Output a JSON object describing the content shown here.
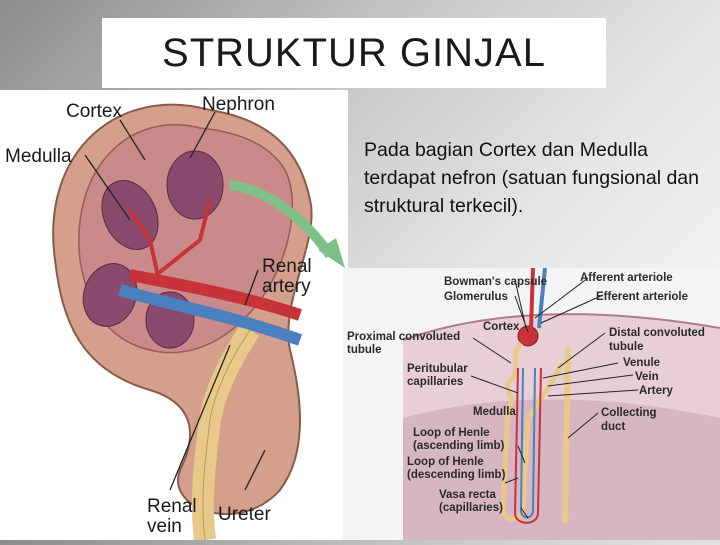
{
  "slide": {
    "title": "STRUKTUR  GINJAL",
    "description": "Pada bagian Cortex dan Medulla terdapat nefron (satuan fungsional dan struktural terkecil)."
  },
  "kidney_figure": {
    "labels": {
      "cortex": "Cortex",
      "nephron": "Nephron",
      "medulla": "Medulla",
      "renal_artery_1": "Renal",
      "renal_artery_2": "artery",
      "renal_vein_1": "Renal",
      "renal_vein_2": "vein",
      "ureter": "Ureter"
    }
  },
  "nephron_figure": {
    "labels": {
      "bowmans_capsule": "Bowman's capsule",
      "glomerulus": "Glomerulus",
      "afferent_arteriole": "Afferent arteriole",
      "efferent_arteriole": "Efferent arteriole",
      "cortex": "Cortex",
      "proximal_1": "Proximal convoluted",
      "proximal_2": "tubule",
      "distal_1": "Distal convoluted",
      "distal_2": "tubule",
      "venule": "Venule",
      "vein": "Vein",
      "artery": "Artery",
      "peritubular_1": "Peritubular",
      "peritubular_2": "capillaries",
      "medulla": "Medulla",
      "collecting_1": "Collecting",
      "collecting_2": "duct",
      "loop_asc_1": "Loop of Henle",
      "loop_asc_2": "(ascending limb)",
      "loop_desc_1": "Loop of Henle",
      "loop_desc_2": "(descending limb)",
      "vasa_recta_1": "Vasa recta",
      "vasa_recta_2": "(capillaries)"
    }
  },
  "colors": {
    "cortex_tissue": "#c98a8a",
    "medulla_pyramid": "#8a4a6e",
    "artery": "#c8333a",
    "vein": "#4a7fc0",
    "ureter": "#e9c98a",
    "arrow": "#7fc08a"
  }
}
